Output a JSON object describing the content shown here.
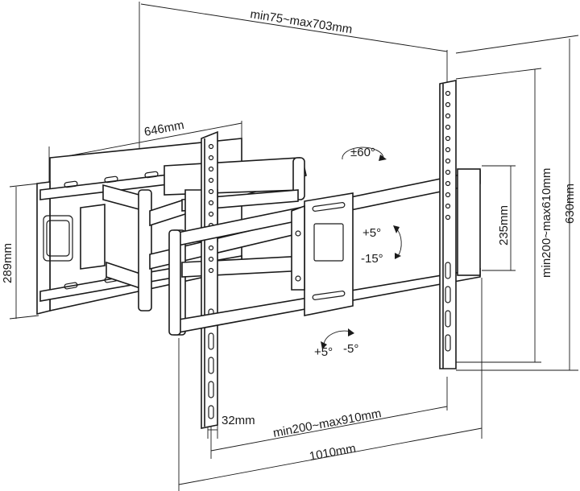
{
  "dimensions": {
    "arm_extension": "min75~max703mm",
    "wall_plate_width": "646mm",
    "wall_plate_height": "289mm",
    "rotation": "±60°",
    "tilt_up": "+5°",
    "tilt_down": "-15°",
    "swivel_left": "+5°",
    "swivel_right": "-5°",
    "bracket_vertical": "235mm",
    "vesa_vertical": "min200~max610mm",
    "total_height": "630mm",
    "arm_width": "32mm",
    "vesa_horizontal": "min200~max910mm",
    "total_width": "1010mm"
  },
  "colors": {
    "line": "#1a1a1a",
    "background": "#ffffff"
  }
}
